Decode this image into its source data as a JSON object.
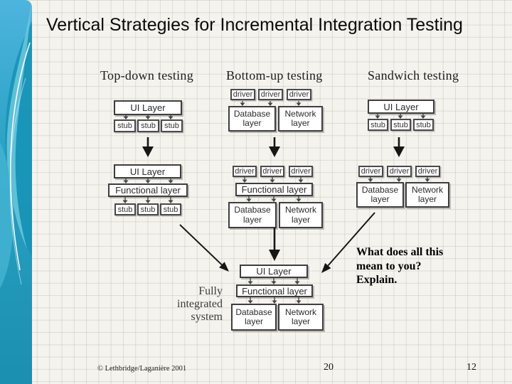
{
  "slide": {
    "title": "Vertical Strategies for Incremental Integration Testing",
    "background_color": "#f4f3ee",
    "grid_line_color": "#cbc8b9",
    "accent_strip_colors": [
      "#4db4de",
      "#2aa2c4",
      "#1b8fb0"
    ]
  },
  "diagram": {
    "column_headings": [
      "Top-down testing",
      "Bottom-up testing",
      "Sandwich testing"
    ],
    "labels": {
      "ui_layer": "UI Layer",
      "functional_layer": "Functional layer",
      "database_layer": "Database layer",
      "network_layer": "Network layer",
      "stub": "stub",
      "driver": "driver"
    },
    "integrated_system_label": {
      "lines": [
        "Fully",
        "integrated",
        "system"
      ]
    }
  },
  "question": {
    "lines": [
      "What does all this",
      "mean to you?",
      "Explain."
    ]
  },
  "footer": {
    "copyright": "© Lethbridge/Laganière 2001",
    "slide_number": "20",
    "page_number": "12"
  }
}
